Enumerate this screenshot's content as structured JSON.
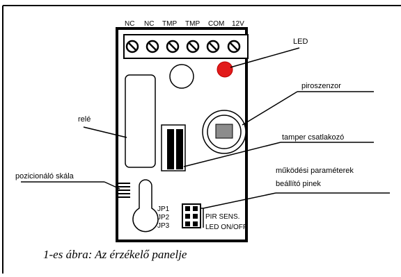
{
  "terminals": [
    "NC",
    "NC",
    "TMP",
    "TMP",
    "COM",
    "12V"
  ],
  "labels": {
    "led": "LED",
    "pyro": "piroszenzor",
    "relay": "relé",
    "tamper": "tamper csatlakozó",
    "scale": "pozicionáló skála",
    "params_line1": "működési paraméterek",
    "params_line2": "beállító pinek"
  },
  "jumpers": {
    "jp1": "JP1",
    "jp2": "JP2",
    "jp3": "JP3",
    "pir_sens": "PIR SENS.",
    "led_onoff": "LED ON/OFF"
  },
  "caption": "1-es ábra: Az érzékelő panelje",
  "colors": {
    "led": "#e21b1b",
    "sensor_window": "#8c8c8c"
  }
}
